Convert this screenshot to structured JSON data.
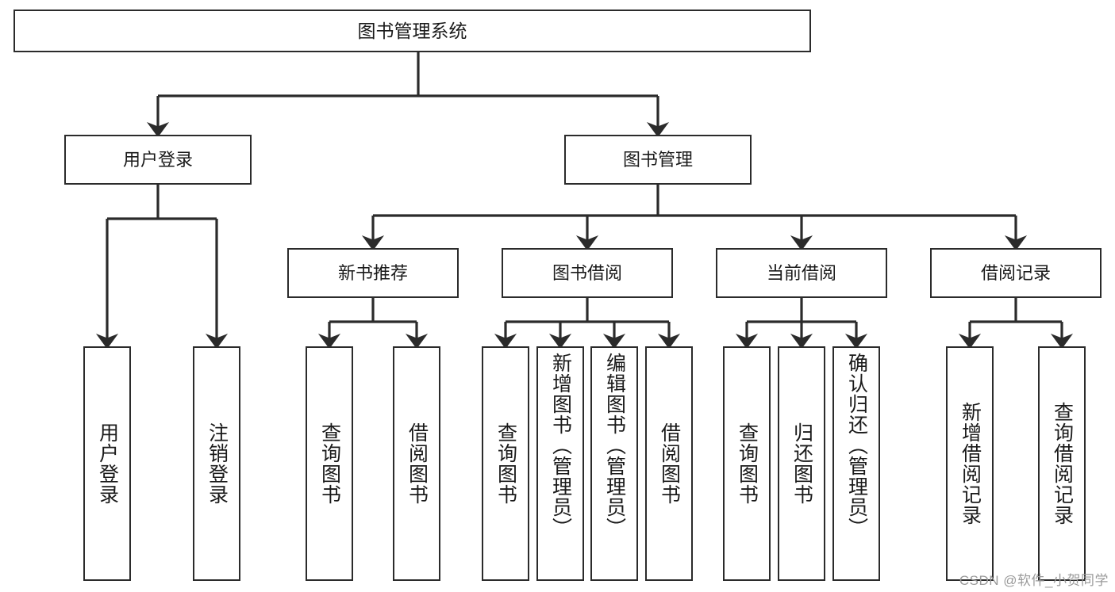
{
  "diagram": {
    "type": "tree",
    "title": "图书管理系统",
    "orientation": "top-down",
    "colors": {
      "box_stroke": "#2b2b2b",
      "box_fill": "#ffffff",
      "connector": "#2b2b2b",
      "text": "#1a1a1a",
      "watermark": "#9a9a9a",
      "background": "#ffffff"
    },
    "root": {
      "id": "root",
      "label": "图书管理系统"
    },
    "level2": [
      {
        "id": "user-login",
        "label": "用户登录"
      },
      {
        "id": "book-manage",
        "label": "图书管理"
      }
    ],
    "level3": [
      {
        "id": "new-book-recommend",
        "label": "新书推荐",
        "parent": "book-manage"
      },
      {
        "id": "book-borrow",
        "label": "图书借阅",
        "parent": "book-manage"
      },
      {
        "id": "current-borrow",
        "label": "当前借阅",
        "parent": "book-manage"
      },
      {
        "id": "borrow-record",
        "label": "借阅记录",
        "parent": "book-manage"
      }
    ],
    "leaves": [
      {
        "id": "leaf-user-login",
        "label": "用户登录",
        "parent": "user-login"
      },
      {
        "id": "leaf-logout-login",
        "label": "注销登录",
        "parent": "user-login"
      },
      {
        "id": "leaf-query-book-1",
        "label": "查询图书",
        "parent": "new-book-recommend"
      },
      {
        "id": "leaf-borrow-book-1",
        "label": "借阅图书",
        "parent": "new-book-recommend"
      },
      {
        "id": "leaf-query-book-2",
        "label": "查询图书",
        "parent": "book-borrow"
      },
      {
        "id": "leaf-add-book",
        "label": "新增图书（管理员）",
        "parent": "book-borrow"
      },
      {
        "id": "leaf-edit-book",
        "label": "编辑图书（管理员）",
        "parent": "book-borrow"
      },
      {
        "id": "leaf-borrow-book-2",
        "label": "借阅图书",
        "parent": "book-borrow"
      },
      {
        "id": "leaf-query-book-3",
        "label": "查询图书",
        "parent": "current-borrow"
      },
      {
        "id": "leaf-return-book",
        "label": "归还图书",
        "parent": "current-borrow"
      },
      {
        "id": "leaf-confirm-return",
        "label": "确认归还（管理员）",
        "parent": "current-borrow"
      },
      {
        "id": "leaf-add-record",
        "label": "新增借阅记录",
        "parent": "borrow-record"
      },
      {
        "id": "leaf-query-record",
        "label": "查询借阅记录",
        "parent": "borrow-record"
      }
    ]
  },
  "watermark": {
    "text": "CSDN @软件_小贺同学"
  }
}
